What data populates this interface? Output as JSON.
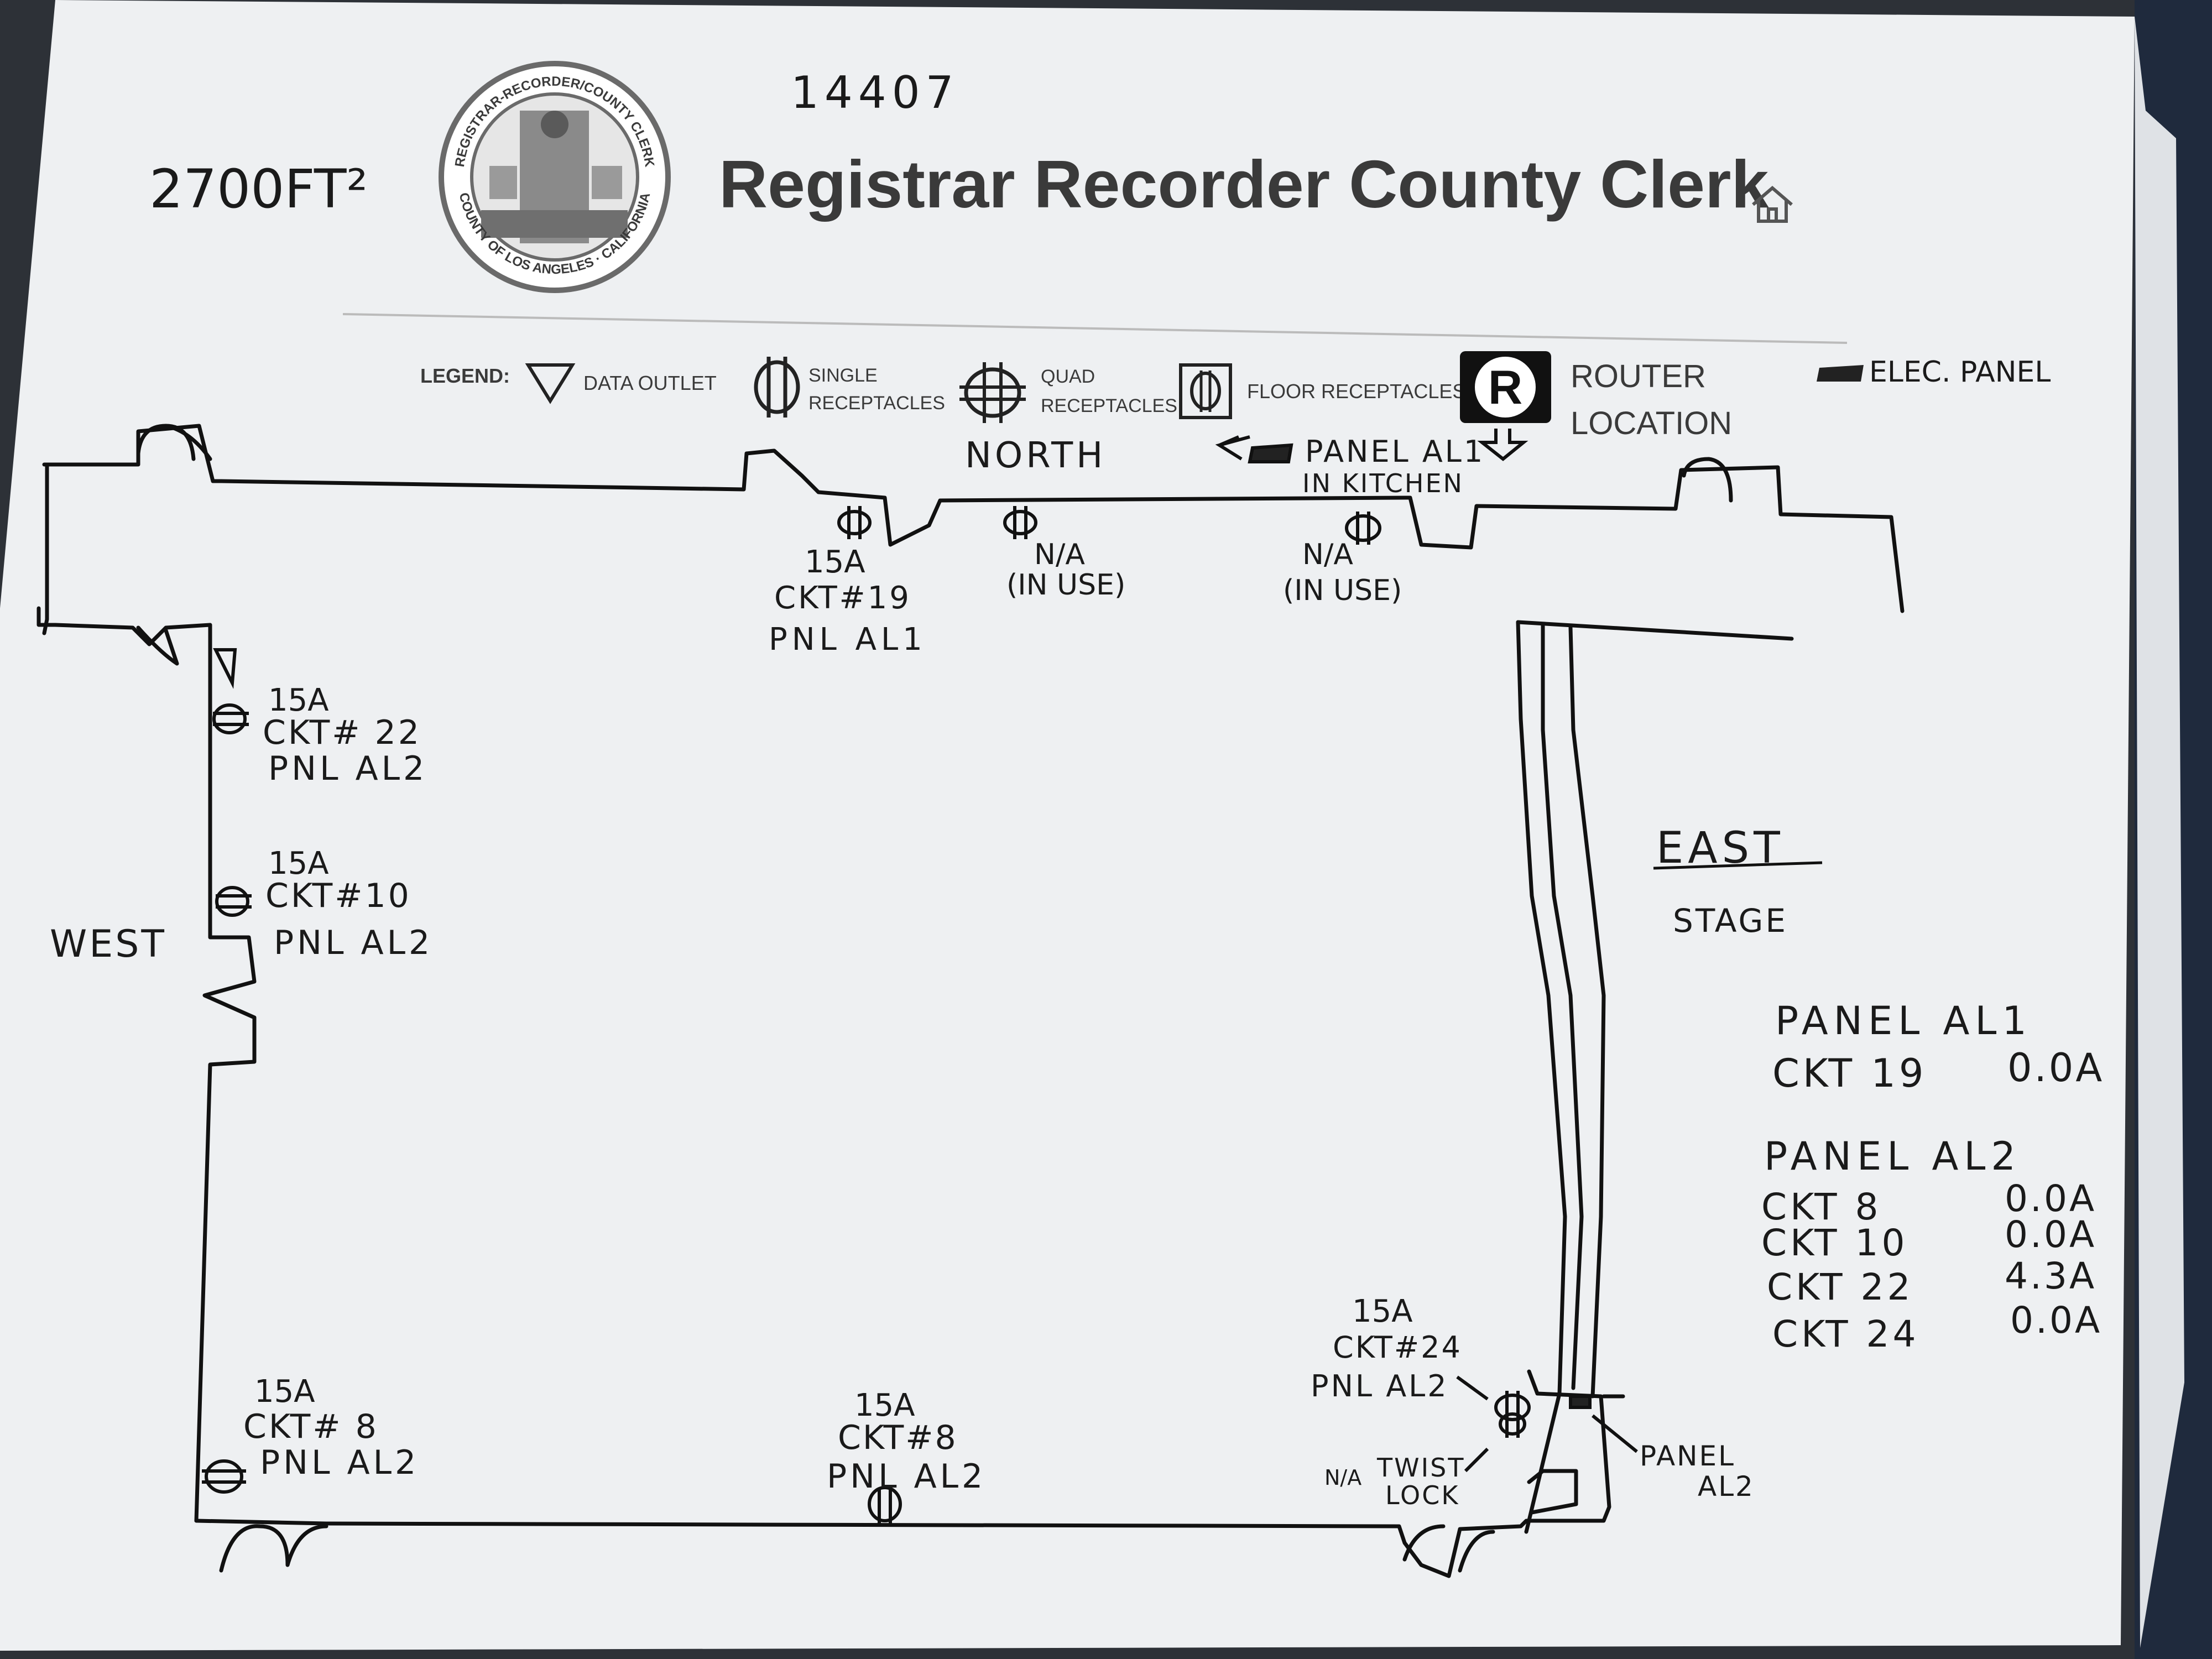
{
  "header": {
    "title": "Registrar Recorder County Clerk",
    "home_icon": "home-icon",
    "seal_top_text": "REGISTRAR-RECORDER/COUNTY CLERK",
    "seal_bottom_text": "COUNTY OF LOS ANGELES · CALIFORNIA"
  },
  "handwritten": {
    "area": "2700FT²",
    "number": "14407"
  },
  "legend": {
    "label": "LEGEND:",
    "items": [
      {
        "icon": "triangle-data-outlet-icon",
        "label": "DATA OUTLET"
      },
      {
        "icon": "single-receptacle-icon",
        "label_line1": "SINGLE",
        "label_line2": "RECEPTACLES"
      },
      {
        "icon": "quad-receptacle-icon",
        "label_line1": "QUAD",
        "label_line2": "RECEPTACLES"
      },
      {
        "icon": "floor-receptacle-icon",
        "label": "FLOOR RECEPTACLES"
      },
      {
        "icon": "router-icon",
        "label_line1": "ROUTER",
        "label_line2": "LOCATION"
      },
      {
        "icon": "electric-panel-icon",
        "label": "ELEC. PANEL"
      }
    ]
  },
  "directions": {
    "north": "NORTH",
    "west": "WEST",
    "east": "EAST",
    "stage": "STAGE"
  },
  "notes": {
    "panel_kitchen_line1": "PANEL AL1",
    "panel_kitchen_line2": "IN KITCHEN",
    "north_outlet_1": {
      "amp": "15A",
      "ckt": "CKT#19",
      "pnl": "PNL AL1"
    },
    "north_outlet_2": {
      "status": "N/A",
      "use": "(IN USE)"
    },
    "north_outlet_3": {
      "status": "N/A",
      "use": "(IN USE)"
    },
    "west_outlet_1": {
      "amp": "15A",
      "ckt": "CKT# 22",
      "pnl": "PNL AL2"
    },
    "west_outlet_2": {
      "amp": "15A",
      "ckt": "CKT#10",
      "pnl": "PNL AL2"
    },
    "west_outlet_3": {
      "amp": "15A",
      "ckt": "CKT# 8",
      "pnl": "PNL AL2"
    },
    "south_outlet_1": {
      "amp": "15A",
      "ckt": "CKT#8",
      "pnl": "PNL AL2"
    },
    "east_outlet_1": {
      "amp": "15A",
      "ckt": "CKT#24",
      "pnl": "PNL AL2"
    },
    "twist_lock_status": "N/A",
    "twist_lock_line1": "TWIST",
    "twist_lock_line2": "LOCK",
    "panel_al2_line1": "PANEL",
    "panel_al2_line2": "AL2"
  },
  "summary": {
    "panel1": {
      "title": "PANEL AL1",
      "rows": [
        {
          "ckt": "CKT 19",
          "amps": "0.0A"
        }
      ]
    },
    "panel2": {
      "title": "PANEL AL2",
      "rows": [
        {
          "ckt": "CKT 8",
          "amps": "0.0A"
        },
        {
          "ckt": "CKT 10",
          "amps": "0.0A"
        },
        {
          "ckt": "CKT 22",
          "amps": "4.3A"
        },
        {
          "ckt": "CKT 24",
          "amps": "0.0A"
        }
      ]
    }
  }
}
